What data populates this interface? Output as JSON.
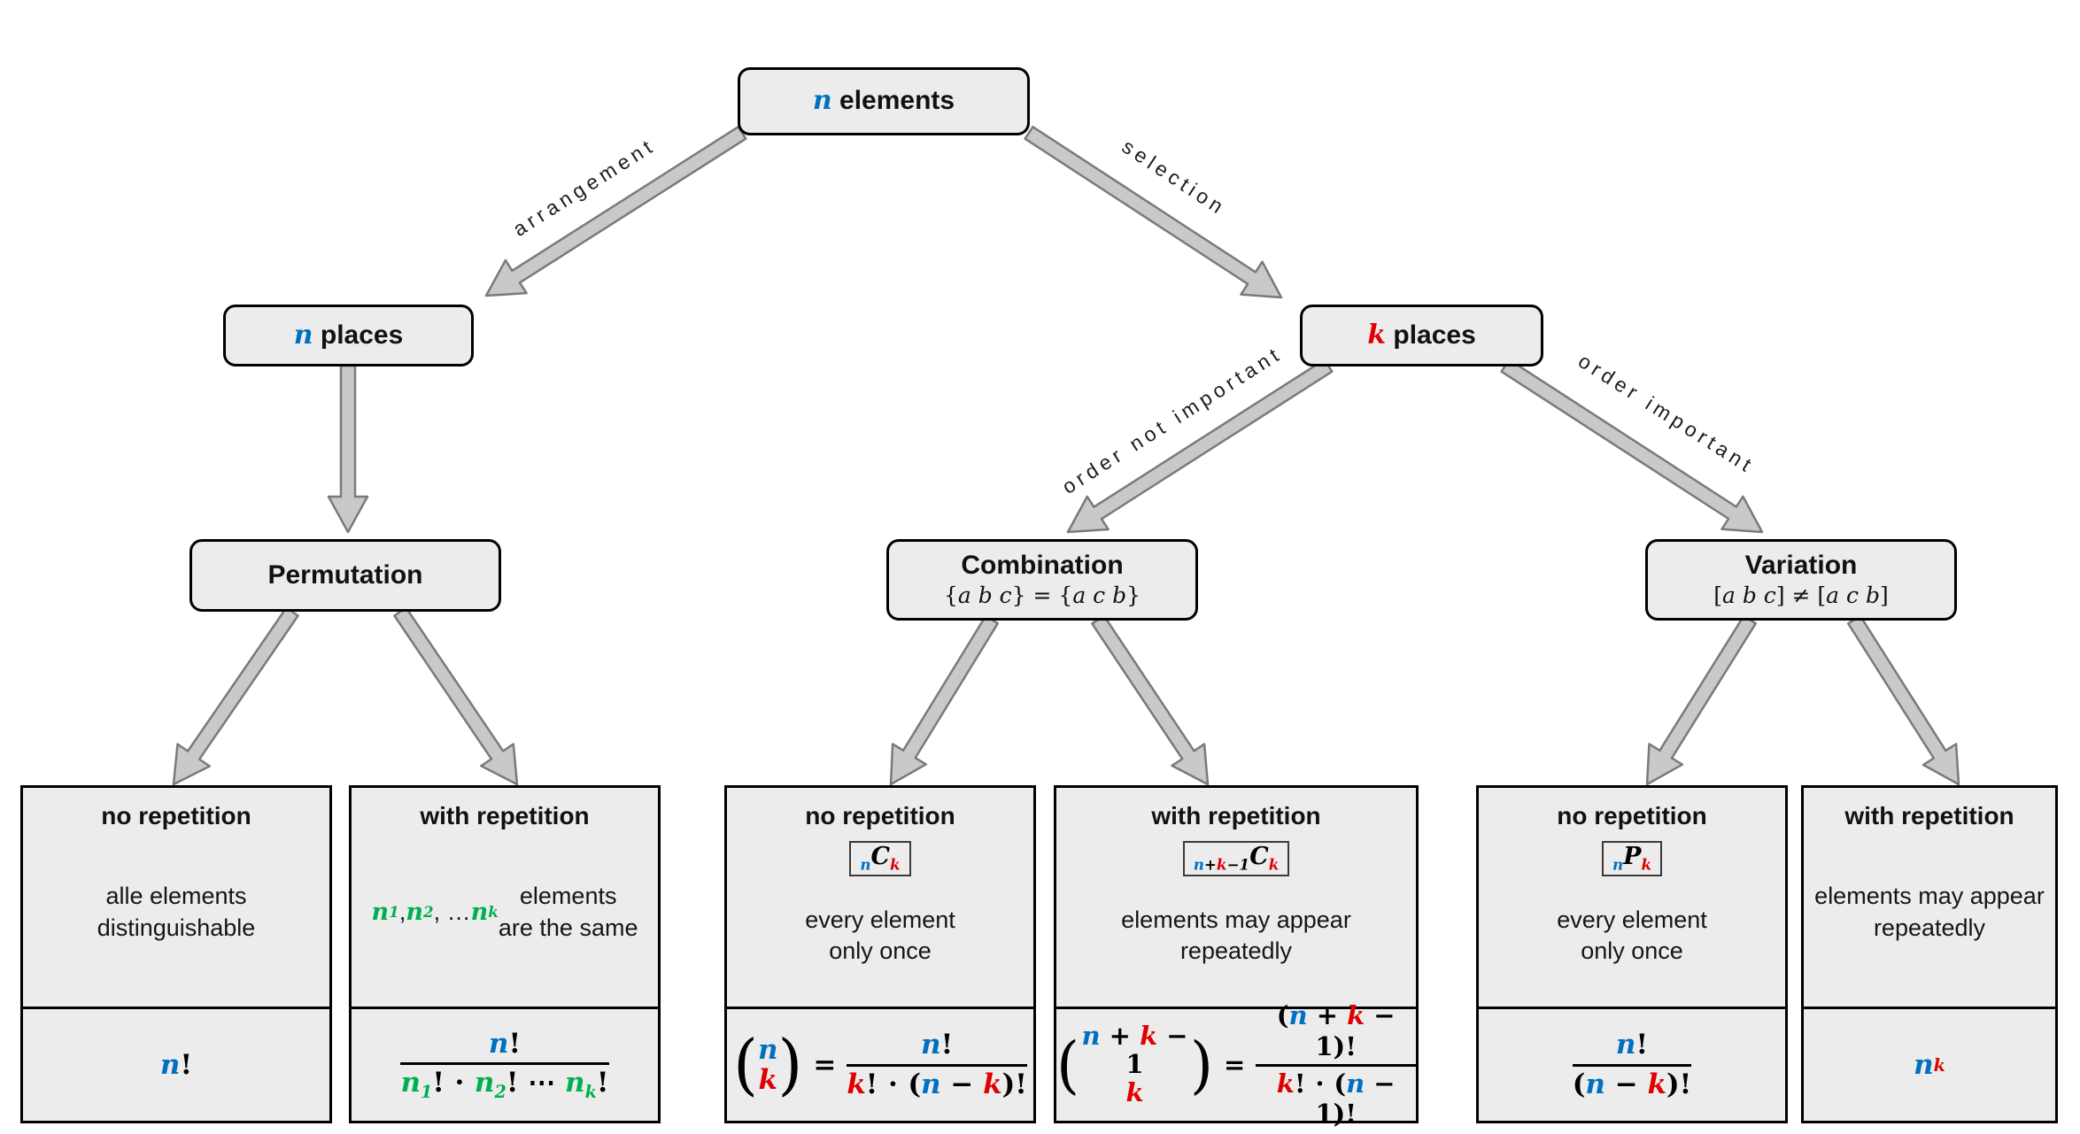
{
  "colors": {
    "blue": "#0070c0",
    "red": "#e00000",
    "green": "#00b050",
    "box_fill": "#ececec",
    "arrow_fill": "#c9c9c9",
    "arrow_stroke": "#7a7a7a"
  },
  "nodes": {
    "root": {
      "title_html": "<i class='vn'>n</i> elements"
    },
    "n_places": {
      "title_html": "<i class='vn'>n</i> places"
    },
    "k_places": {
      "title_html": "<i class='vk'>k</i> places"
    },
    "permutation": {
      "title": "Permutation"
    },
    "combination": {
      "title": "Combination",
      "subtitle_html": "{<i>a b c</i>} = {<i>a c b</i>}"
    },
    "variation": {
      "title": "Variation",
      "subtitle_html": "[<i>a b c</i>] ≠ [<i>a c b</i>]"
    }
  },
  "edges": {
    "arrangement": "arrangement",
    "selection": "selection",
    "order_not_important": "order not important",
    "order_important": "order important"
  },
  "leaves": [
    {
      "title": "no repetition",
      "badge_html": "",
      "desc_html": "alle elements<br>distinguishable",
      "formula_html": "<i class='vn'>n</i>!"
    },
    {
      "title": "with repetition",
      "badge_html": "",
      "desc_html": "<i class='vg'>n</i><sub class='vg'>1</sub>, <i class='vg'>n</i><sub class='vg'>2</sub>, … <i class='vg'>n</i><sub class='vg'>k</sub> elements<br>are the same",
      "formula_html": "<span class='frac'><span class='num'><i class='vn'>n</i>!</span><span class='den'><i class='vg'>n</i><sub class='vg'>1</sub>! ⋅ <i class='vg'>n</i><sub class='vg'>2</sub>! ⋯ <i class='vg'>n</i><sub class='vg'>k</sub>!</span></span>"
    },
    {
      "title": "no repetition",
      "badge_html": "<sub class='vn'>n</sub>C<sub class='vk'>k</sub>",
      "desc_html": "every element<br>only once",
      "formula_html": "<span class='binom'><span class='bp'>(</span><span class='col'><i class='vn'>n</i><i class='vk'>k</i></span><span class='bp'>)</span></span><span class='eq'>=</span><span class='frac'><span class='num'><i class='vn'>n</i>!</span><span class='den'><i class='vk'>k</i>! ⋅ (<i class='vn'>n</i> − <i class='vk'>k</i>)!</span></span>"
    },
    {
      "title": "with repetition",
      "badge_html": "<sub><i class='vn'>n</i>+<i class='vk'>k</i>−1</sub>C<sub class='vk'>k</sub>",
      "desc_html": "elements may appear<br>repeatedly",
      "formula_html": "<span class='binom'><span class='bp'>(</span><span class='col'><span><i class='vn'>n</i> + <i class='vk'>k</i> − 1</span><span><i class='vk'>k</i></span></span><span class='bp'>)</span></span><span class='eq'>=</span><span class='frac'><span class='num'>(<i class='vn'>n</i> + <i class='vk'>k</i> − 1)!</span><span class='den'><i class='vk'>k</i>! ⋅ (<i class='vn'>n</i> − 1)!</span></span>"
    },
    {
      "title": "no repetition",
      "badge_html": "<sub class='vn'>n</sub>P<sub class='vk'>k</sub>",
      "desc_html": "every element<br>only once",
      "formula_html": "<span class='frac'><span class='num'><i class='vn'>n</i>!</span><span class='den'>(<i class='vn'>n</i> − <i class='vk'>k</i>)!</span></span>"
    },
    {
      "title": "with repetition",
      "badge_html": "",
      "desc_html": "elements may appear<br>repeatedly",
      "formula_html": "<i class='vn'>n</i><sup class='vk'>k</sup>"
    }
  ]
}
